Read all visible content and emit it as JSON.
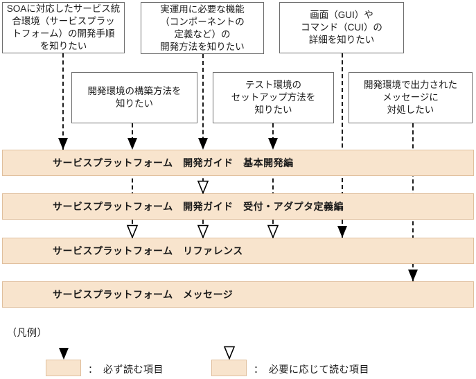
{
  "diagram": {
    "title": "manual-selection-flow",
    "question_boxes": [
      {
        "id": "soa-procedure",
        "label": "SOAに対応したサービス統\n合環境（サービスプラッ\nトフォーム）の開発手順\nを知りたい"
      },
      {
        "id": "production-features",
        "label": "実運用に必要な機能\n（コンポーネントの\n定義など）の\n開発方法を知りたい"
      },
      {
        "id": "gui-cui-details",
        "label": "画面（GUI）や\nコマンド（CUI）の\n詳細を知りたい"
      },
      {
        "id": "build-dev-env",
        "label": "開発環境の構築方法を\n知りたい"
      },
      {
        "id": "test-env-setup",
        "label": "テスト環境の\nセットアップ方法を\n知りたい"
      },
      {
        "id": "handle-messages",
        "label": "開発環境で出力された\nメッセージに\n対処したい"
      }
    ],
    "manual_bars": [
      {
        "id": "dev-guide-basic",
        "label": "サービスプラットフォーム　開発ガイド　基本開発編"
      },
      {
        "id": "dev-guide-reception-adapter",
        "label": "サービスプラットフォーム　開発ガイド　受付・アダプタ定義編"
      },
      {
        "id": "reference",
        "label": "サービスプラットフォーム　リファレンス"
      },
      {
        "id": "messages",
        "label": "サービスプラットフォーム　メッセージ"
      }
    ],
    "connections": [
      {
        "from": "soa-procedure",
        "to": "dev-guide-basic",
        "type": "required"
      },
      {
        "from": "build-dev-env",
        "to": "dev-guide-basic",
        "type": "required"
      },
      {
        "from": "production-features",
        "to": "dev-guide-basic",
        "type": "required"
      },
      {
        "from": "test-env-setup",
        "to": "dev-guide-basic",
        "type": "required"
      },
      {
        "from": "production-features",
        "to": "dev-guide-reception-adapter",
        "type": "optional"
      },
      {
        "from": "build-dev-env",
        "to": "reference",
        "type": "optional"
      },
      {
        "from": "production-features",
        "to": "reference",
        "type": "optional"
      },
      {
        "from": "test-env-setup",
        "to": "reference",
        "type": "optional"
      },
      {
        "from": "gui-cui-details",
        "to": "reference",
        "type": "required"
      },
      {
        "from": "handle-messages",
        "to": "messages",
        "type": "required"
      }
    ],
    "legend": {
      "title": "（凡例）",
      "items": [
        {
          "type": "required",
          "label": "：　必ず読む項目"
        },
        {
          "type": "optional",
          "label": "：　必要に応じて読む項目"
        }
      ]
    },
    "colors": {
      "bar_fill": "#F8E4CD",
      "bar_border": "#E0BF9D",
      "box_border": "#6E6E6E",
      "line": "#1B1B1B",
      "required_arrow": "#000000",
      "optional_arrow_fill": "#FFFFFF"
    }
  }
}
